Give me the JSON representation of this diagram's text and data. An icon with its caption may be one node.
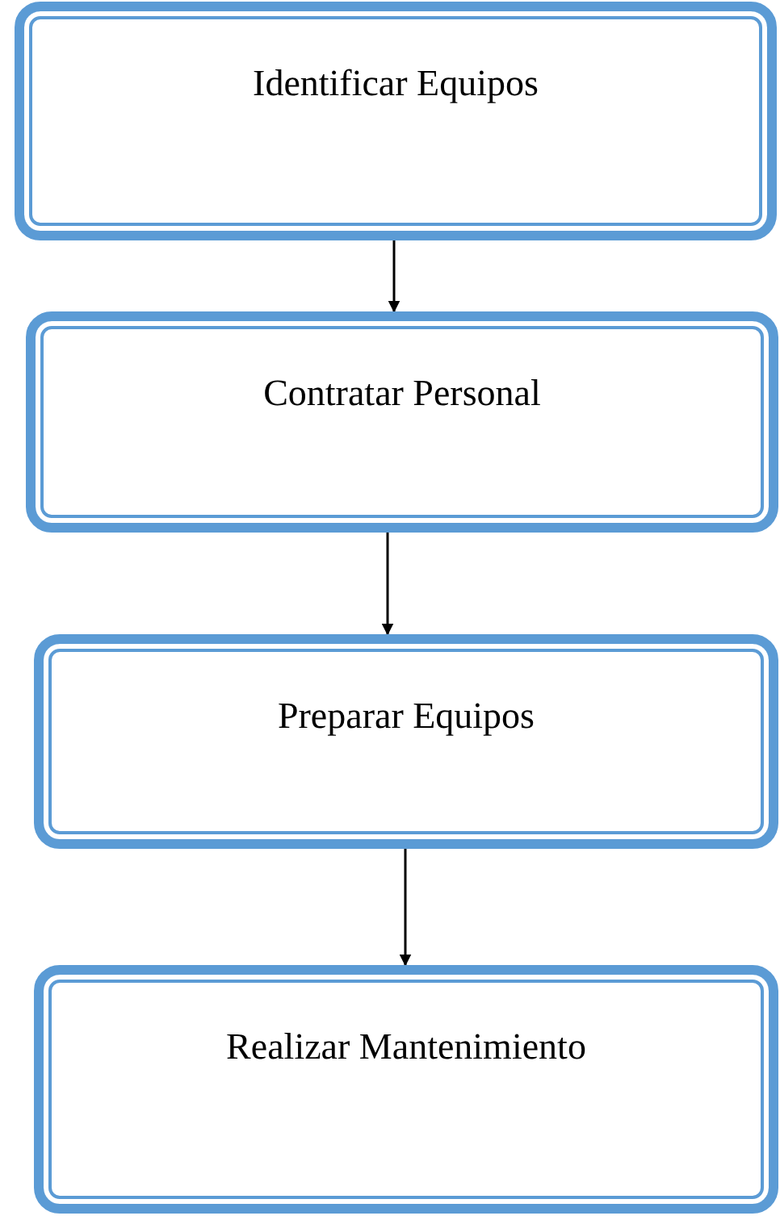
{
  "diagram": {
    "nodes": [
      {
        "text": [
          "Identificar Equipos"
        ]
      },
      {
        "text": [
          "Contratar Personal"
        ]
      },
      {
        "text": [
          "Preparar Equipos"
        ]
      },
      {
        "text": [
          "Realizar Mantenimiento"
        ]
      }
    ],
    "edges": [
      {
        "from": 0,
        "to": 1,
        "arrow": "to"
      },
      {
        "from": 1,
        "to": 2,
        "arrow": "to"
      },
      {
        "from": 2,
        "to": 3,
        "arrow": "to"
      }
    ]
  }
}
